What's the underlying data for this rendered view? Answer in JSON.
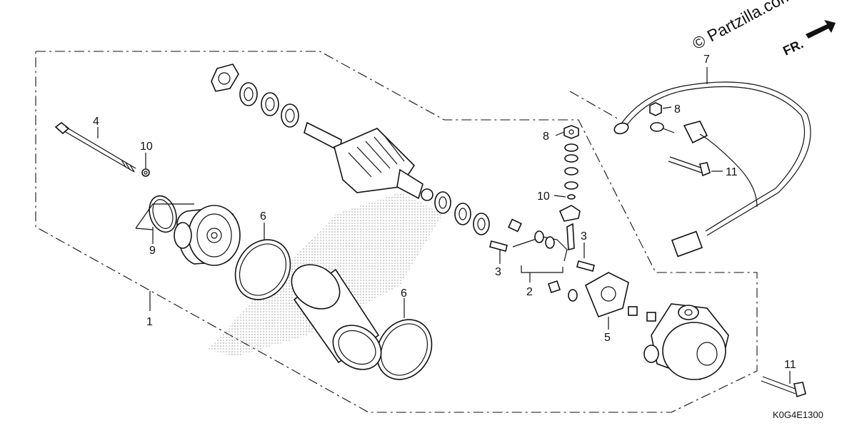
{
  "watermark": "© Partzilla.com",
  "direction_label": "FR.",
  "diagram_code": "K0G4E1300",
  "callouts": [
    {
      "id": "1",
      "label": "1"
    },
    {
      "id": "2",
      "label": "2"
    },
    {
      "id": "3a",
      "label": "3"
    },
    {
      "id": "3b",
      "label": "3"
    },
    {
      "id": "4",
      "label": "4"
    },
    {
      "id": "5",
      "label": "5"
    },
    {
      "id": "6a",
      "label": "6"
    },
    {
      "id": "6b",
      "label": "6"
    },
    {
      "id": "7",
      "label": "7"
    },
    {
      "id": "8a",
      "label": "8"
    },
    {
      "id": "8b",
      "label": "8"
    },
    {
      "id": "9",
      "label": "9"
    },
    {
      "id": "10a",
      "label": "10"
    },
    {
      "id": "10b",
      "label": "10"
    },
    {
      "id": "11a",
      "label": "11"
    },
    {
      "id": "11b",
      "label": "11"
    }
  ],
  "colors": {
    "ink": "#111111",
    "background": "#ffffff",
    "shade": "#c8c8c8"
  }
}
